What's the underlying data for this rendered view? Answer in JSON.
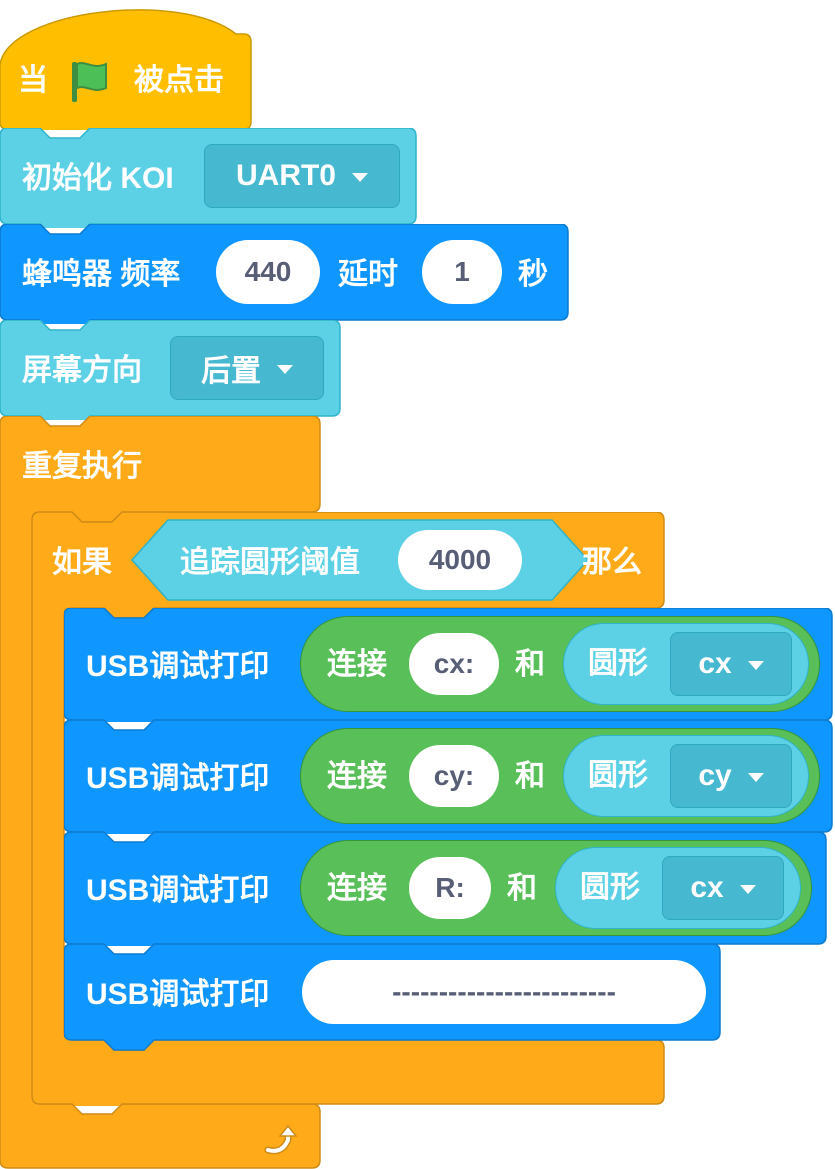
{
  "hat": {
    "prefix": "当",
    "suffix": "被点击"
  },
  "init_koi": {
    "label": "初始化 KOI",
    "port": "UART0"
  },
  "buzzer": {
    "label": "蜂鸣器 频率",
    "frequency": "440",
    "delay_label": "延时",
    "duration": "1",
    "unit": "秒"
  },
  "screen_dir": {
    "label": "屏幕方向",
    "value": "后置"
  },
  "forever": {
    "label": "重复执行"
  },
  "if_block": {
    "if_label": "如果",
    "condition_label": "追踪圆形阈值",
    "threshold": "4000",
    "then_label": "那么"
  },
  "prints": [
    {
      "label": "USB调试打印",
      "join_label": "连接",
      "text": "cx:",
      "and_label": "和",
      "shape_label": "圆形",
      "prop": "cx"
    },
    {
      "label": "USB调试打印",
      "join_label": "连接",
      "text": "cy:",
      "and_label": "和",
      "shape_label": "圆形",
      "prop": "cy"
    },
    {
      "label": "USB调试打印",
      "join_label": "连接",
      "text": "R:",
      "and_label": "和",
      "shape_label": "圆形",
      "prop": "cx"
    }
  ],
  "print_line": {
    "label": "USB调试打印",
    "text": "------------------------"
  },
  "colors": {
    "event": "#ffbf00",
    "koi": "#5cd1e6",
    "motion": "#0f97ff",
    "control": "#ffab19",
    "operator": "#59c059",
    "flag": "#4cbf56"
  }
}
